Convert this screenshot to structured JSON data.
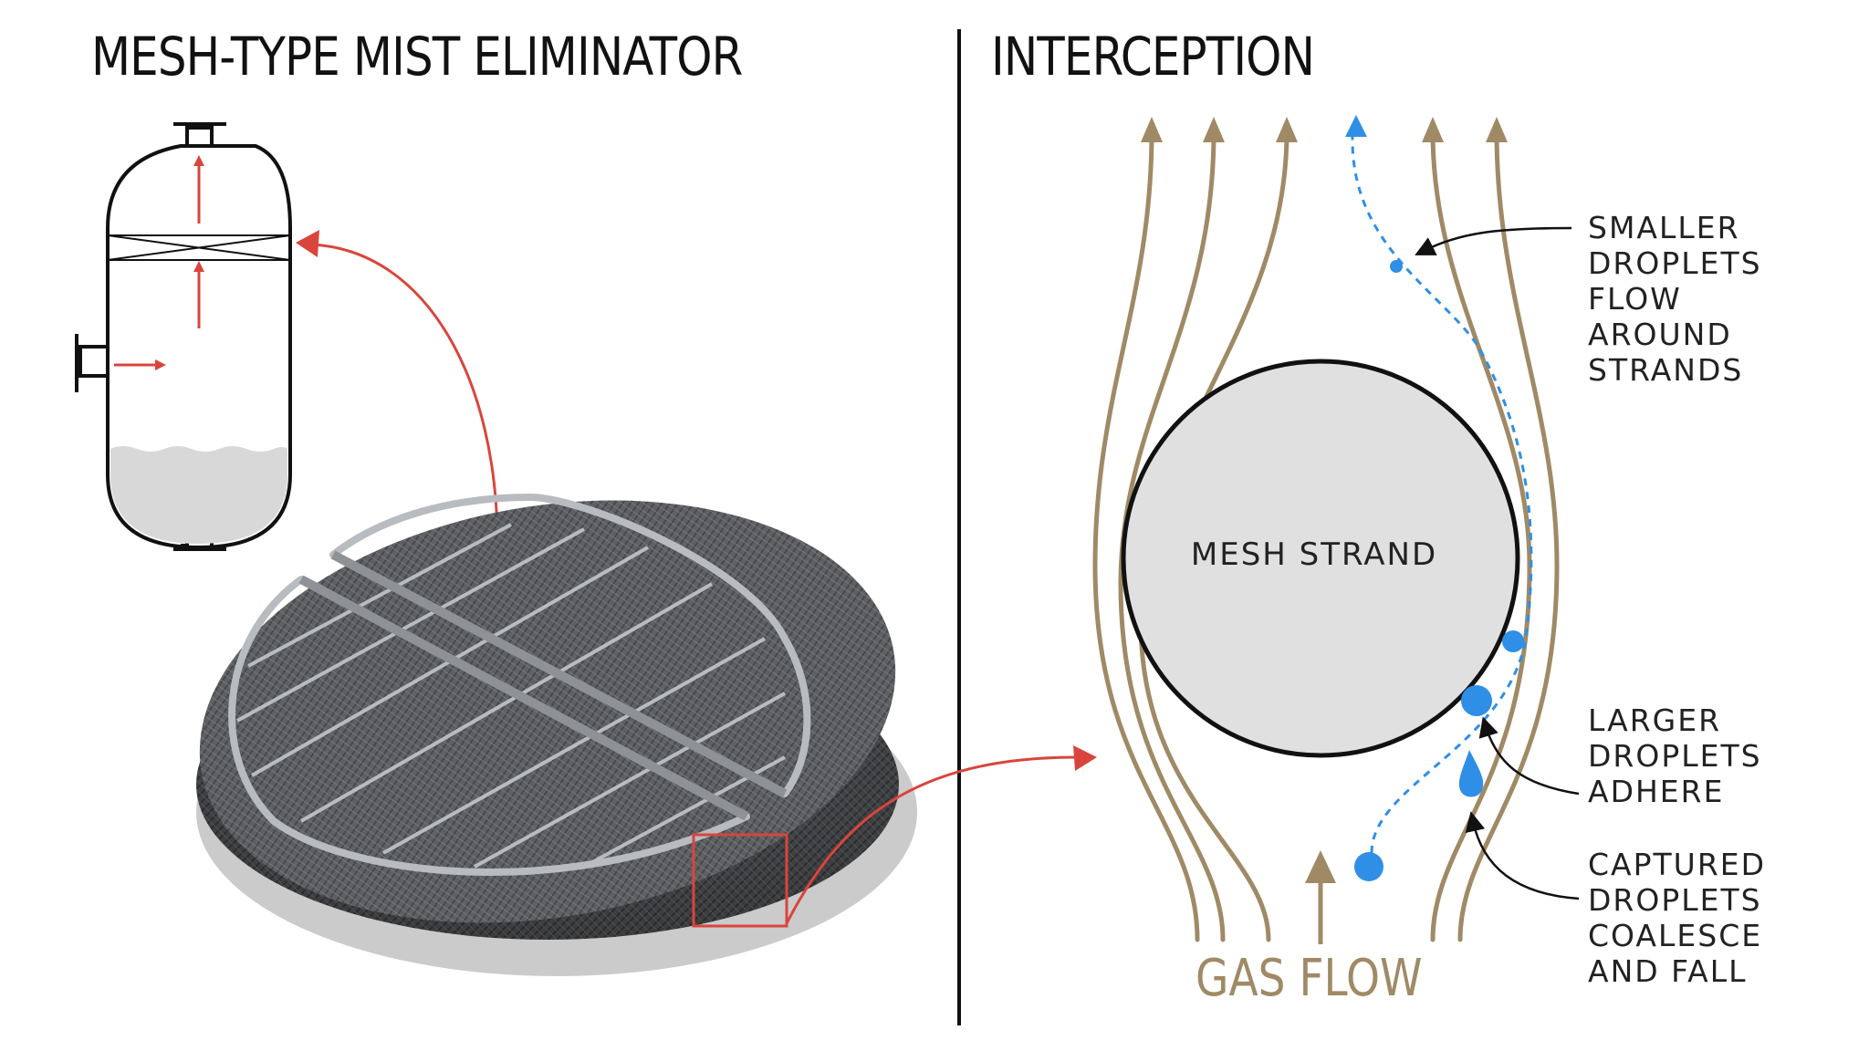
{
  "left": {
    "title": "MESH-TYPE MIST ELIMINATOR"
  },
  "right": {
    "title": "INTERCEPTION",
    "strand_label": "MESH STRAND",
    "gas_flow_label": "GAS FLOW",
    "callouts": {
      "smaller": [
        "SMALLER",
        "DROPLETS",
        "FLOW",
        "AROUND",
        "STRANDS"
      ],
      "larger": [
        "LARGER",
        "DROPLETS",
        "ADHERE"
      ],
      "captured": [
        "CAPTURED",
        "DROPLETS",
        "COALESCE",
        "AND FALL"
      ]
    }
  },
  "colors": {
    "accent_red": "#d9453c",
    "gas_flow": "#a08a66",
    "droplet_blue": "#2f8fe6",
    "strand_fill": "#e0e0e0",
    "mesh_dark": "#4a4c4f",
    "frame_metal": "#b8bcc0"
  }
}
